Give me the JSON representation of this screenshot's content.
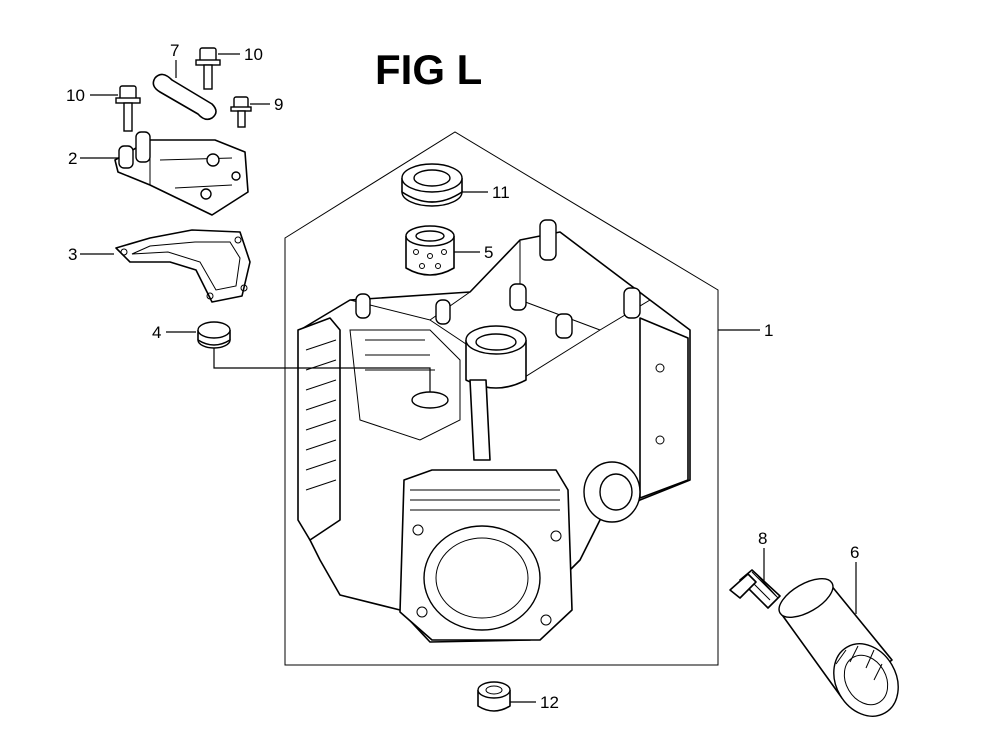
{
  "figure": {
    "title": "FIG L"
  },
  "callouts": [
    {
      "id": "1",
      "label": "1"
    },
    {
      "id": "2",
      "label": "2"
    },
    {
      "id": "3",
      "label": "3"
    },
    {
      "id": "4",
      "label": "4"
    },
    {
      "id": "5",
      "label": "5"
    },
    {
      "id": "6",
      "label": "6"
    },
    {
      "id": "7",
      "label": "7"
    },
    {
      "id": "8",
      "label": "8"
    },
    {
      "id": "9",
      "label": "9"
    },
    {
      "id": "10a",
      "label": "10"
    },
    {
      "id": "10b",
      "label": "10"
    },
    {
      "id": "11",
      "label": "11"
    },
    {
      "id": "12",
      "label": "12"
    }
  ]
}
